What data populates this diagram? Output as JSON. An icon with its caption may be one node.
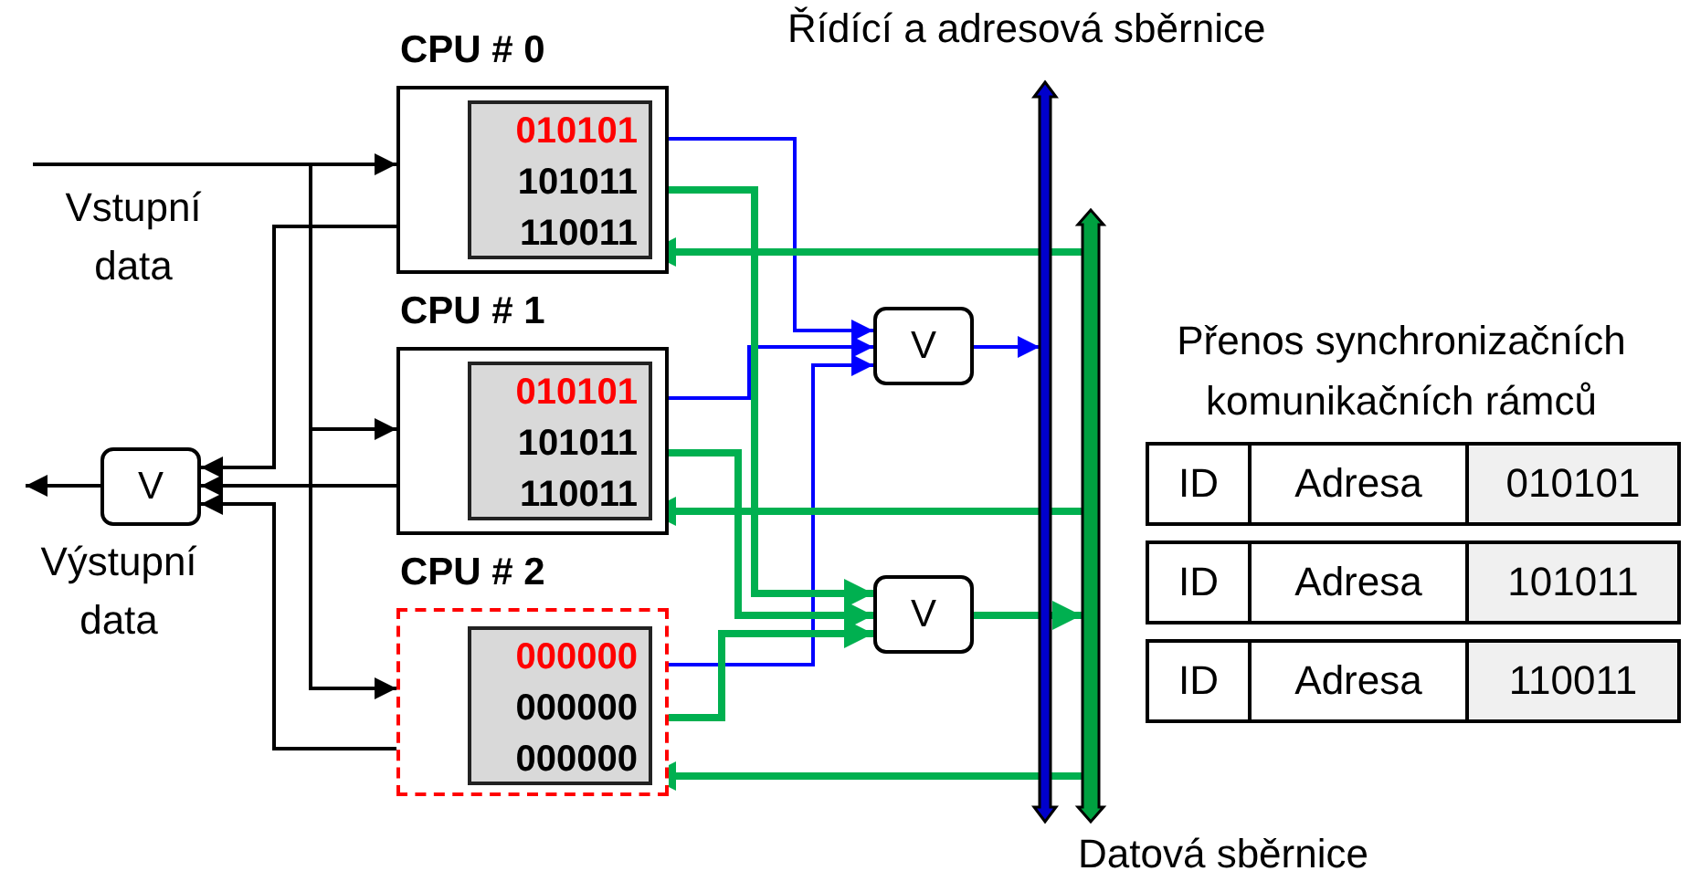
{
  "diagram": {
    "nodes": [
      {
        "text": [
          "CPU # 0"
        ]
      },
      {
        "text": [
          "010101",
          "101011",
          "110011"
        ],
        "in": 0
      },
      {
        "text": [
          "CPU # 1"
        ]
      },
      {
        "text": [
          "010101",
          "101011",
          "110011"
        ],
        "in": 2
      },
      {
        "text": [
          "CPU # 2"
        ]
      },
      {
        "text": [
          "000000",
          "000000",
          "000000"
        ],
        "in": 4
      },
      {
        "text": [
          "V"
        ]
      },
      {
        "text": [
          "V"
        ]
      },
      {
        "text": [
          "V"
        ]
      },
      {
        "text": [
          "Řídící a adresová sběrnice"
        ]
      },
      {
        "text": [
          "Datová sběrnice"
        ]
      }
    ],
    "edges": [
      {
        "from": null,
        "to": 0,
        "arrow": "to"
      },
      {
        "from": null,
        "to": 2,
        "arrow": "to"
      },
      {
        "from": null,
        "to": 4,
        "arrow": "to"
      },
      {
        "from": 0,
        "to": 6,
        "arrow": "to"
      },
      {
        "from": 2,
        "to": 6,
        "arrow": "to"
      },
      {
        "from": 4,
        "to": 6,
        "arrow": "to"
      },
      {
        "from": 6,
        "to": null,
        "arrow": "to"
      },
      {
        "from": 1,
        "to": 7,
        "arrow": "to",
        "color": "#0000ff"
      },
      {
        "from": 3,
        "to": 7,
        "arrow": "to",
        "color": "#0000ff"
      },
      {
        "from": 5,
        "to": 7,
        "arrow": "to",
        "color": "#0000ff"
      },
      {
        "from": 7,
        "to": 9,
        "arrow": "to",
        "color": "#0000ff"
      },
      {
        "from": 1,
        "to": 8,
        "arrow": "to",
        "style": "thick",
        "color": "#00b050"
      },
      {
        "from": 3,
        "to": 8,
        "arrow": "to",
        "style": "thick",
        "color": "#00b050"
      },
      {
        "from": 5,
        "to": 8,
        "arrow": "to",
        "style": "thick",
        "color": "#00b050"
      },
      {
        "from": 8,
        "to": 10,
        "arrow": "to",
        "style": "thick",
        "color": "#00b050"
      },
      {
        "from": 10,
        "to": 1,
        "arrow": "to",
        "style": "thick",
        "color": "#00b050"
      },
      {
        "from": 10,
        "to": 3,
        "arrow": "to",
        "style": "thick",
        "color": "#00b050"
      },
      {
        "from": 10,
        "to": 5,
        "arrow": "to",
        "style": "thick",
        "color": "#00b050"
      }
    ],
    "labels": [
      "Vstupní data",
      "Výstupní data",
      "Přenos synchronizačních komunikačních rámců",
      "ID",
      "Adresa",
      "010101",
      "ID",
      "Adresa",
      "101011",
      "ID",
      "Adresa",
      "110011"
    ]
  }
}
